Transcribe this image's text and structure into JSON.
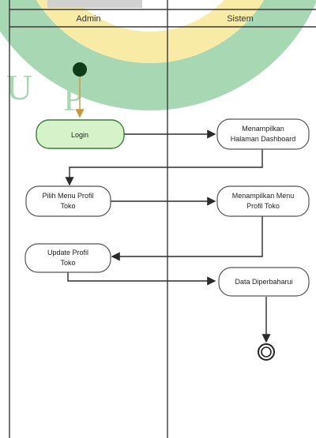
{
  "diagram": {
    "type": "uml-activity",
    "lanes": [
      {
        "id": "admin",
        "title": "Admin"
      },
      {
        "id": "sistem",
        "title": "Sistem"
      }
    ],
    "nodes": [
      {
        "id": "start",
        "kind": "initial"
      },
      {
        "id": "login",
        "kind": "action",
        "lines": [
          "Login"
        ],
        "highlighted": true
      },
      {
        "id": "dashboard",
        "kind": "action",
        "lines": [
          "Menampilkan",
          "Halaman Dashboard"
        ]
      },
      {
        "id": "pilih-menu",
        "kind": "action",
        "lines": [
          "Pilih Menu Profil",
          "Toko"
        ]
      },
      {
        "id": "tampil-menu",
        "kind": "action",
        "lines": [
          "Menampilkan Menu",
          "Profil Toko"
        ]
      },
      {
        "id": "update",
        "kind": "action",
        "lines": [
          "Update Profil",
          "Toko"
        ]
      },
      {
        "id": "data-diperbaharui",
        "kind": "action",
        "lines": [
          "Data Diperbaharui"
        ]
      },
      {
        "id": "end",
        "kind": "final"
      }
    ],
    "edges": [
      {
        "from": "start",
        "to": "login"
      },
      {
        "from": "login",
        "to": "dashboard"
      },
      {
        "from": "dashboard",
        "to": "pilih-menu"
      },
      {
        "from": "pilih-menu",
        "to": "tampil-menu"
      },
      {
        "from": "tampil-menu",
        "to": "update"
      },
      {
        "from": "update",
        "to": "data-diperbaharui"
      },
      {
        "from": "data-diperbaharui",
        "to": "end"
      }
    ],
    "colors": {
      "line": "#2b2b2b",
      "node_border": "#555555",
      "highlight_fill": "#d6f2c8",
      "highlight_border": "#3c7a3c",
      "start_fill": "#0f3d1a",
      "start_arrow": "#c9963a",
      "watermark_green": "#3fa85a",
      "watermark_yellow": "#f0d43a"
    }
  }
}
